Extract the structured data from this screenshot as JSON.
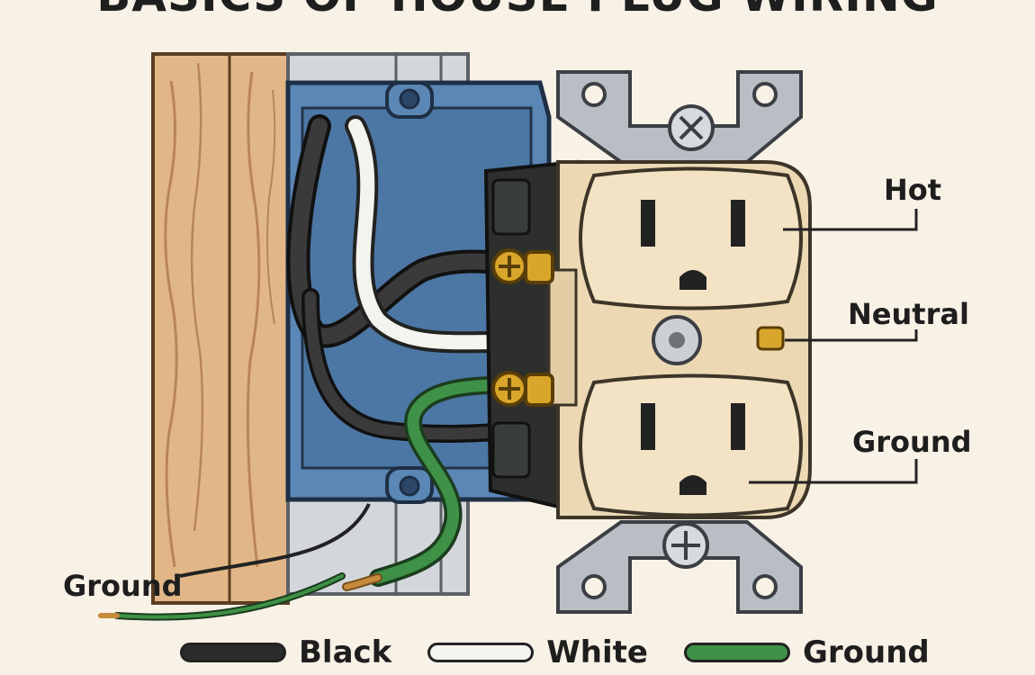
{
  "title": "BASICS OF HOUSE PLUG WIRING",
  "labels": {
    "hot": "Hot",
    "neutral": "Neutral",
    "ground_right": "Ground",
    "ground_left": "Ground"
  },
  "legend": [
    {
      "label": "Black",
      "color": "#2b2b2b"
    },
    {
      "label": "White",
      "color": "#f4f4ee"
    },
    {
      "label": "Ground",
      "color": "#3e9146"
    }
  ],
  "colors": {
    "wood": "#e2b787",
    "electrical_box": "#5b87b6",
    "receptacle": "#ecd8b3",
    "mounting_strap": "#b9bec4",
    "brass_screw": "#d9a62b",
    "copper_wire": "#c68a3c"
  }
}
